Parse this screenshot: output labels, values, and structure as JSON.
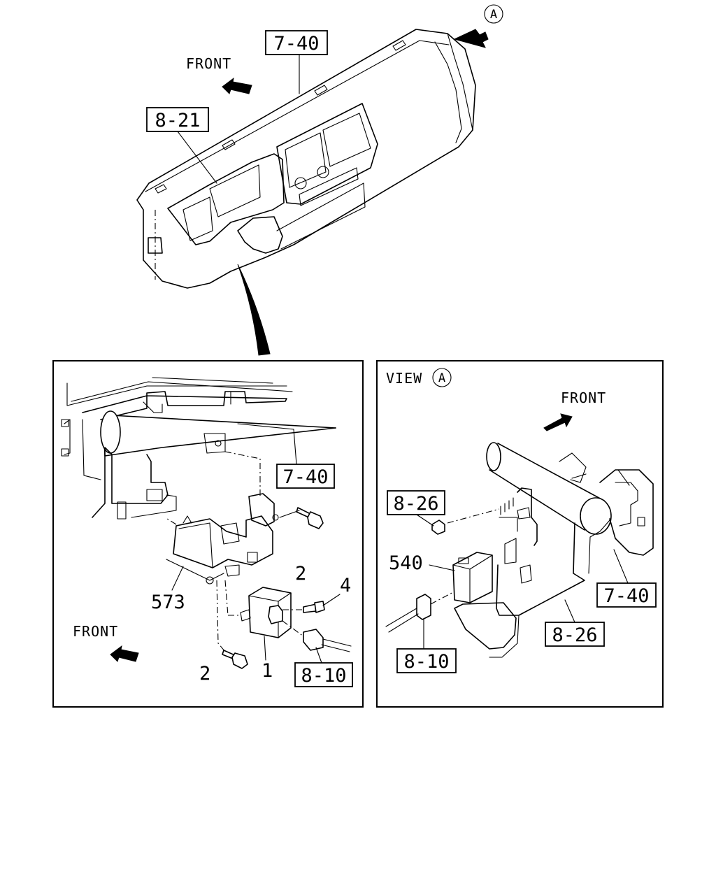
{
  "top": {
    "callout_view": "A",
    "front_label": "FRONT",
    "ref_dashboard": "7-40",
    "ref_meter": "8-21"
  },
  "left_panel": {
    "ref_top": "7-40",
    "part_bolt_upper": "2",
    "part_bolt_small": "4",
    "part_bracket": "573",
    "front_label": "FRONT",
    "part_bolt_lower": "2",
    "part_unit": "1",
    "ref_harness": "8-10"
  },
  "right_panel": {
    "view_label": "VIEW",
    "view_letter": "A",
    "front_label": "FRONT",
    "ref_nut": "8-26",
    "part_unit": "540",
    "ref_dashboard": "7-40",
    "ref_bracket": "8-26",
    "ref_harness": "8-10"
  }
}
